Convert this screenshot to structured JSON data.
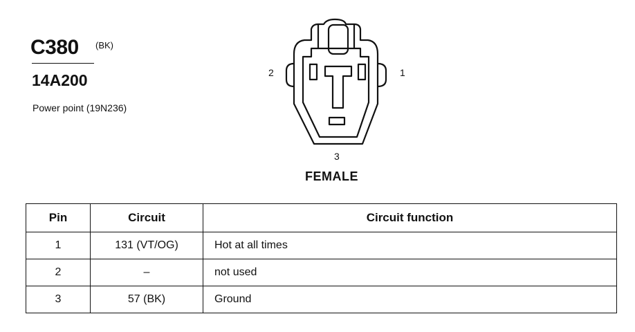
{
  "connector": {
    "id": "C380",
    "color_code": "(BK)",
    "part_number": "14A200",
    "description": "Power point (19N236)",
    "gender": "FEMALE",
    "pin_labels": {
      "pin1": "1",
      "pin2": "2",
      "pin3": "3"
    }
  },
  "table": {
    "headers": {
      "pin": "Pin",
      "circuit": "Circuit",
      "function": "Circuit function"
    },
    "rows": [
      {
        "pin": "1",
        "circuit": "131 (VT/OG)",
        "function": "Hot at all times"
      },
      {
        "pin": "2",
        "circuit": "–",
        "function": "not used"
      },
      {
        "pin": "3",
        "circuit": "57 (BK)",
        "function": "Ground"
      }
    ]
  }
}
